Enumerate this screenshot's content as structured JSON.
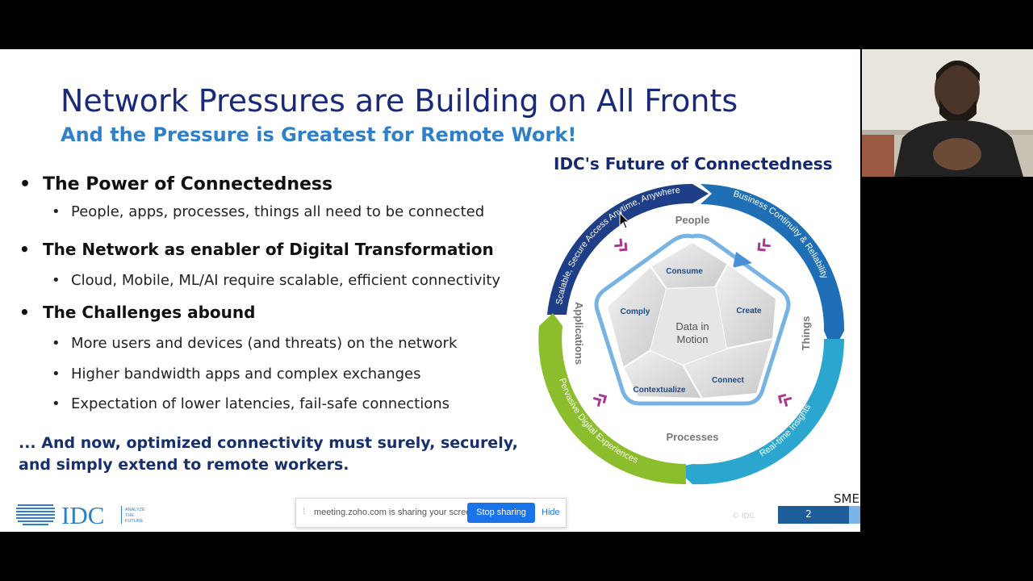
{
  "slide": {
    "title": "Network Pressures are Building on All Fronts",
    "subtitle": "And the Pressure is Greatest for Remote Work!",
    "bullet_char": "•",
    "bullets": [
      {
        "text": "The Power of Connectedness",
        "subs": [
          "People, apps, processes, things all need to be connected"
        ]
      },
      {
        "text": "The Network as enabler of Digital Transformation",
        "subs": [
          "Cloud, Mobile, ML/AI require scalable, efficient connectivity"
        ]
      },
      {
        "text": "The Challenges abound",
        "subs": [
          "More users and devices (and threats) on the network",
          "Higher bandwidth apps and complex exchanges",
          "Expectation of lower latencies, fail-safe connections"
        ]
      }
    ],
    "conclusion_line1": "... And now, optimized connectivity must surely, securely,",
    "conclusion_line2": "and simply extend to remote workers.",
    "copyright": "© IDC",
    "page_number": "2",
    "corner_label": "SME",
    "logo": {
      "name": "IDC",
      "tagline_1": "ANALYZE",
      "tagline_2": "THE",
      "tagline_3": "FUTURE"
    }
  },
  "diagram": {
    "title": "IDC's Future of Connectedness",
    "ring_labels": [
      "Scalable, Secure Access Anytime, Anywhere",
      "Business Continuity & Reliability",
      "Real-time Insights",
      "Pervasive Digital Experiences"
    ],
    "quadrants": [
      "People",
      "Things",
      "Processes",
      "Applications"
    ],
    "segments": [
      "Consume",
      "Create",
      "Connect",
      "Contextualize",
      "Comply"
    ],
    "center_line1": "Data in",
    "center_line2": "Motion",
    "colors": {
      "navy": "#1e3f87",
      "blue": "#1e6fb5",
      "cyan": "#2ba6cf",
      "green": "#8cbd2d",
      "magenta": "#a9378f",
      "light_blue": "#79b3e3"
    }
  },
  "share_bar": {
    "grip": "⁞",
    "message": "meeting.zoho.com is sharing your screen.",
    "stop_label": "Stop sharing",
    "hide_label": "Hide"
  }
}
